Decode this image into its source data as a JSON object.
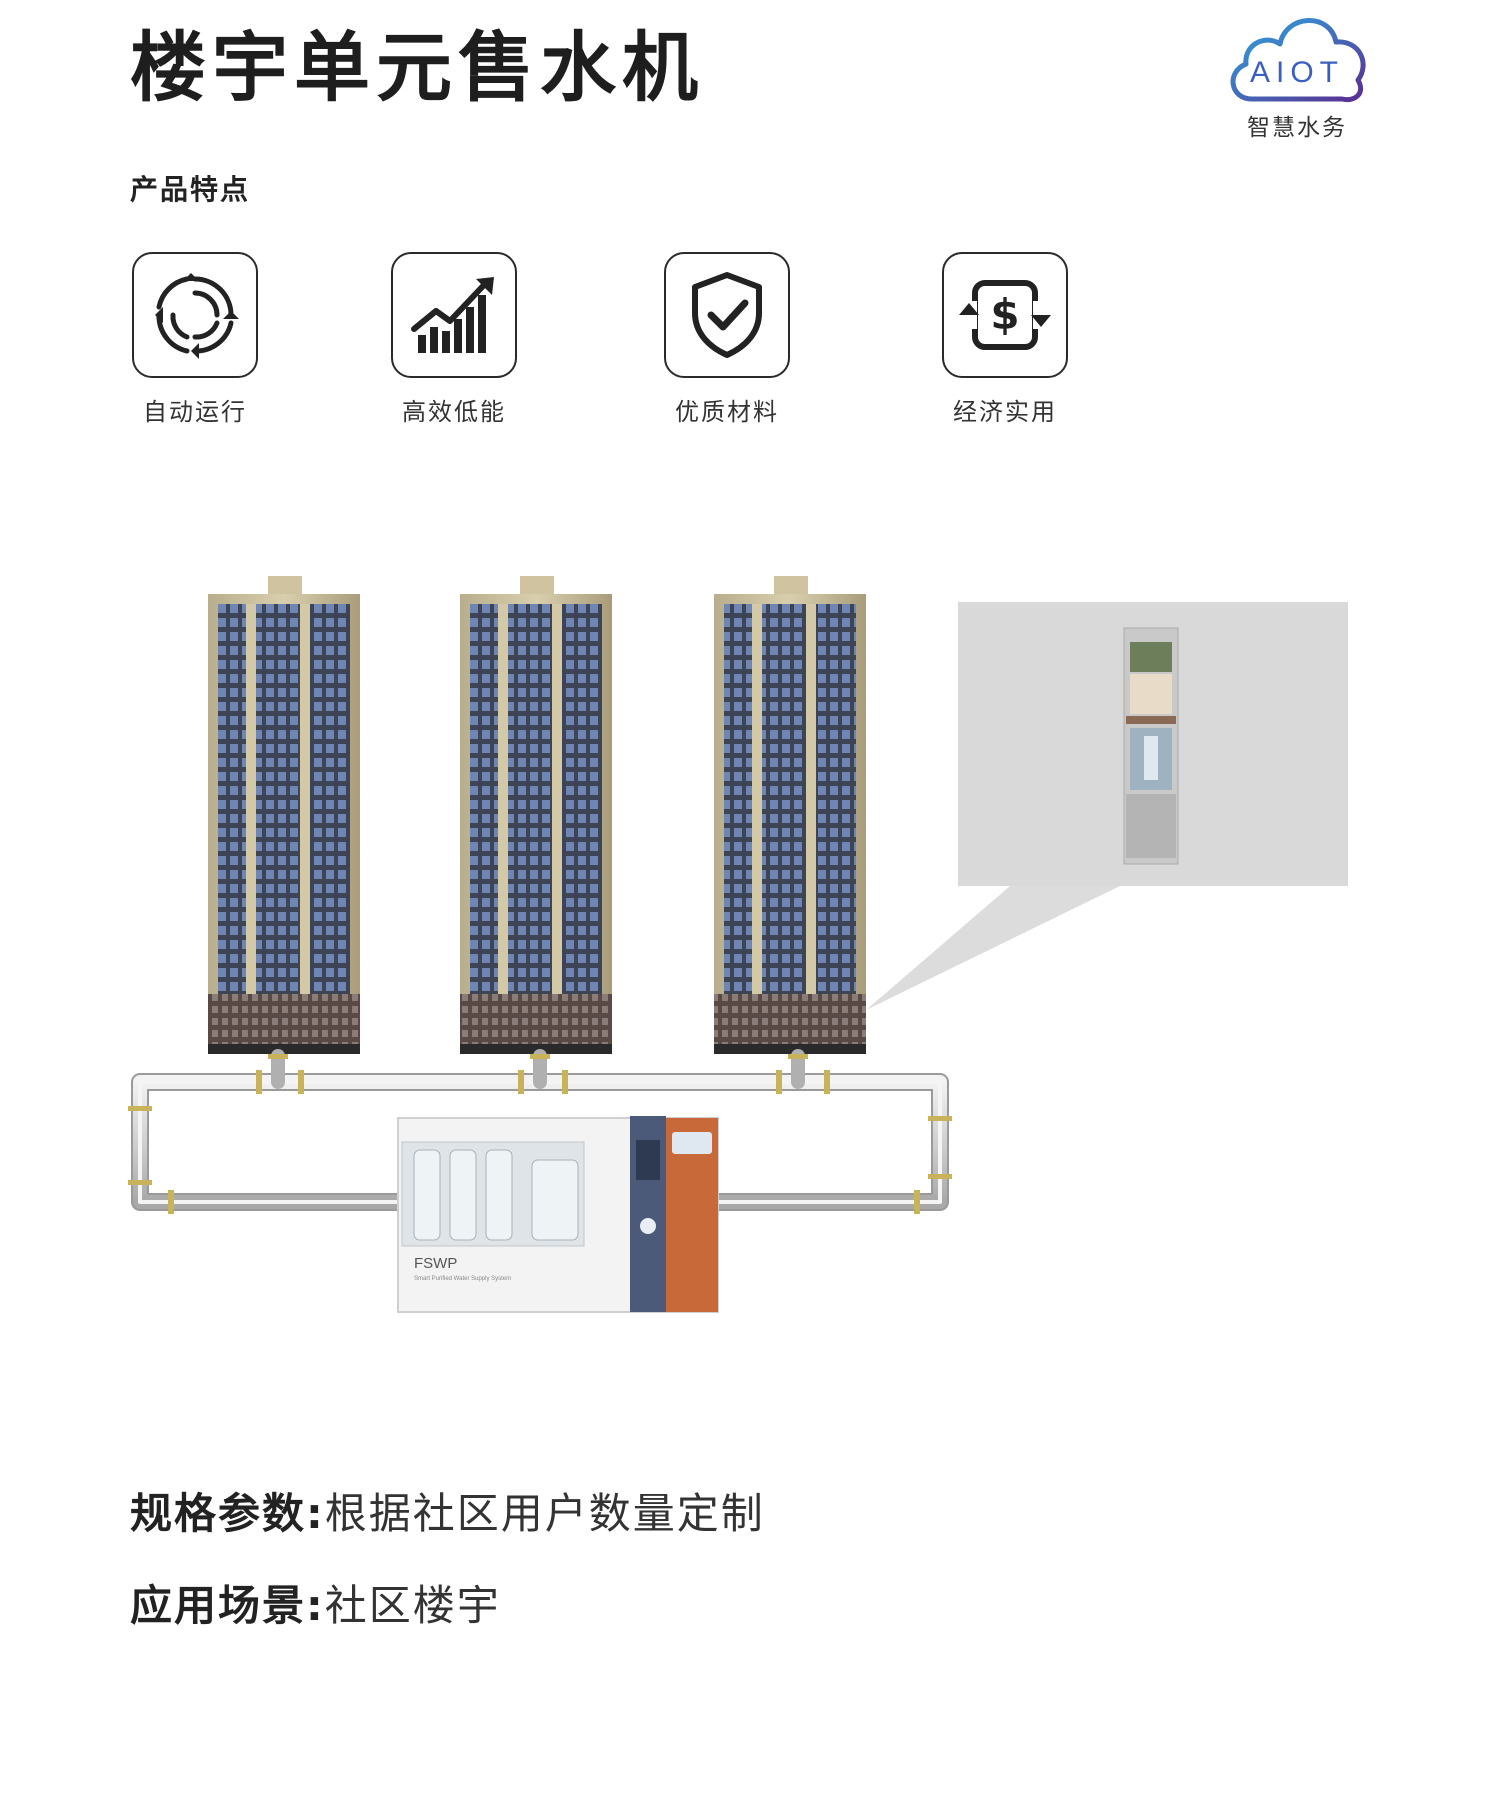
{
  "title": "楼宇单元售水机",
  "logo": {
    "text": "AIOT",
    "subtitle": "智慧水务"
  },
  "features_heading": "产品特点",
  "features": [
    {
      "label": "自动运行",
      "icon": "auto-cycle-icon"
    },
    {
      "label": "高效低能",
      "icon": "growth-chart-icon"
    },
    {
      "label": "优质材料",
      "icon": "shield-check-icon"
    },
    {
      "label": "经济实用",
      "icon": "dollar-cycle-icon"
    }
  ],
  "machine": {
    "brand": "FSWP",
    "tagline": "Smart Purified Water Supply System"
  },
  "specs": [
    {
      "key": "规格参数:",
      "value": "根据社区用户数量定制"
    },
    {
      "key": "应用场景:",
      "value": "社区楼宇"
    }
  ],
  "colors": {
    "logo_gradient_start": "#2ea8e0",
    "logo_gradient_end": "#5a2d91",
    "machine_accent": "#c8693a",
    "panel_blue": "#4a5a78"
  }
}
